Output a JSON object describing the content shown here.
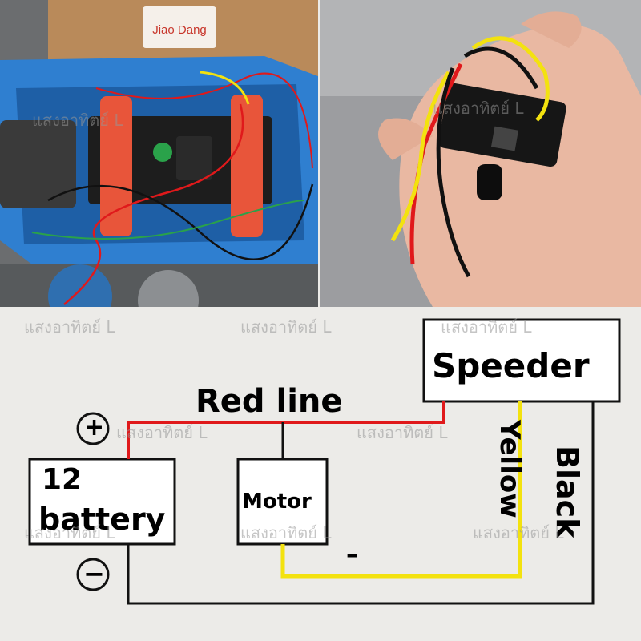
{
  "labels": {
    "speeder": "Speeder",
    "red_line": "Red line",
    "yellow": "Yellow",
    "black": "Black",
    "battery_line1": "12",
    "battery_line2": "battery",
    "motor": "Motor",
    "plus": "+",
    "minus": "−",
    "dash": "–"
  },
  "watermark": "แสงอาทิตย์ L",
  "carton_text": "Jiao Dang",
  "colors": {
    "red_wire": "#e0191b",
    "yellow_wire": "#f3e20f",
    "black_wire": "#111111",
    "diagram_bg": "#ecebe8",
    "housing_blue": "#2f7fd0",
    "battery_strap": "#e8553a"
  }
}
